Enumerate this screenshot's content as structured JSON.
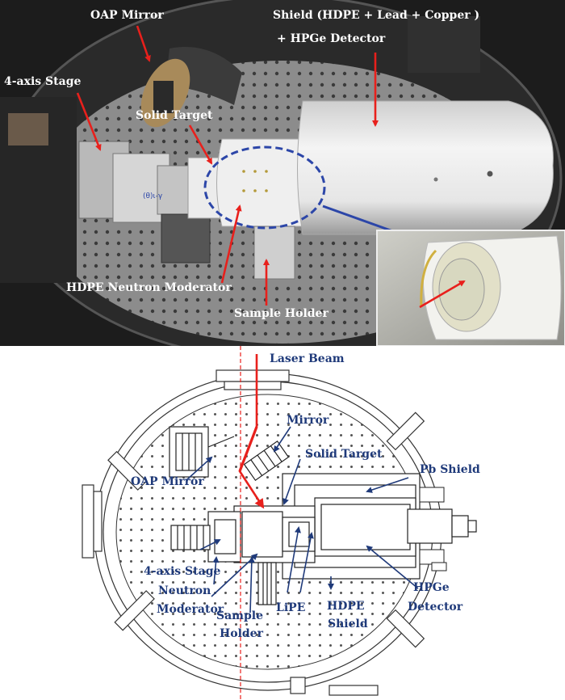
{
  "photo": {
    "labels": {
      "oap_mirror": "OAP Mirror",
      "shield_line1": "Shield (HDPE + Lead + Copper )",
      "shield_line2": "+ HPGe Detector",
      "stage": "4-axis Stage",
      "solid_target": "Solid Target",
      "moderator": "HDPE Neutron Moderator",
      "sample_holder": "Sample Holder"
    },
    "stage_marking": "(θ)ι-γ"
  },
  "schematic": {
    "labels": {
      "laser_beam": "Laser Beam",
      "mirror": "Mirror",
      "solid_target": "Solid Target",
      "pb_shield": "Pb Shield",
      "oap_mirror": "OAP Mirror",
      "stage": "4-axis Stage",
      "neutron": "Neutron",
      "moderator": "Moderator",
      "sample": "Sample",
      "holder": "Holder",
      "lipe": "LiPE",
      "hdpe": "HDPE",
      "shield": "Shield",
      "hpge": "HPGe",
      "detector": "Detector"
    }
  },
  "colors": {
    "annotation_red": "#e8201c",
    "label_navy": "#1f3a7a",
    "moderator_highlight": "#2c46a8"
  }
}
